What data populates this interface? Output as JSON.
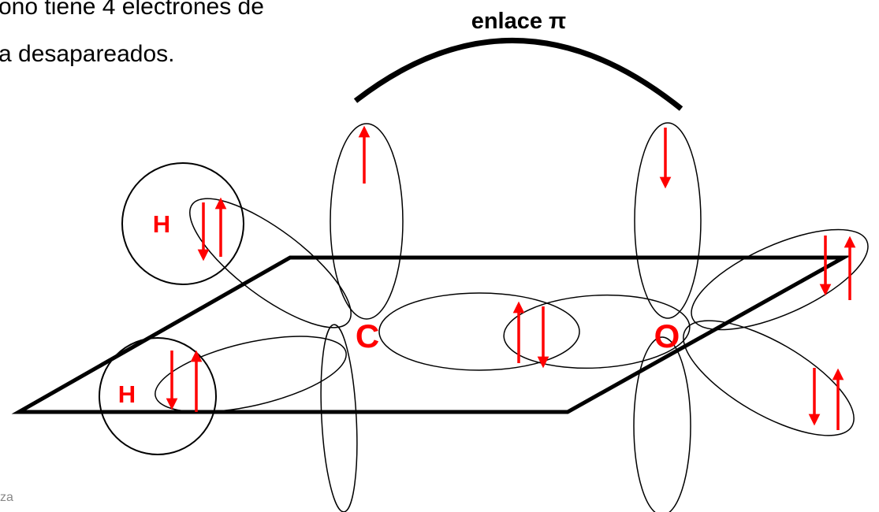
{
  "caption": {
    "line1": "ono tiene 4 electrones de",
    "line2": "a desapareados."
  },
  "pi_bond_label": "enlace π",
  "atoms": {
    "carbon": "C",
    "oxygen": "O",
    "hydrogen_top": "H",
    "hydrogen_bottom": "H"
  },
  "footer_fragment": "za",
  "colors": {
    "electron_arrow": "#ff0000",
    "atom_label": "#ff0000",
    "outline": "#000000",
    "text": "#000000",
    "footer": "#888888"
  }
}
